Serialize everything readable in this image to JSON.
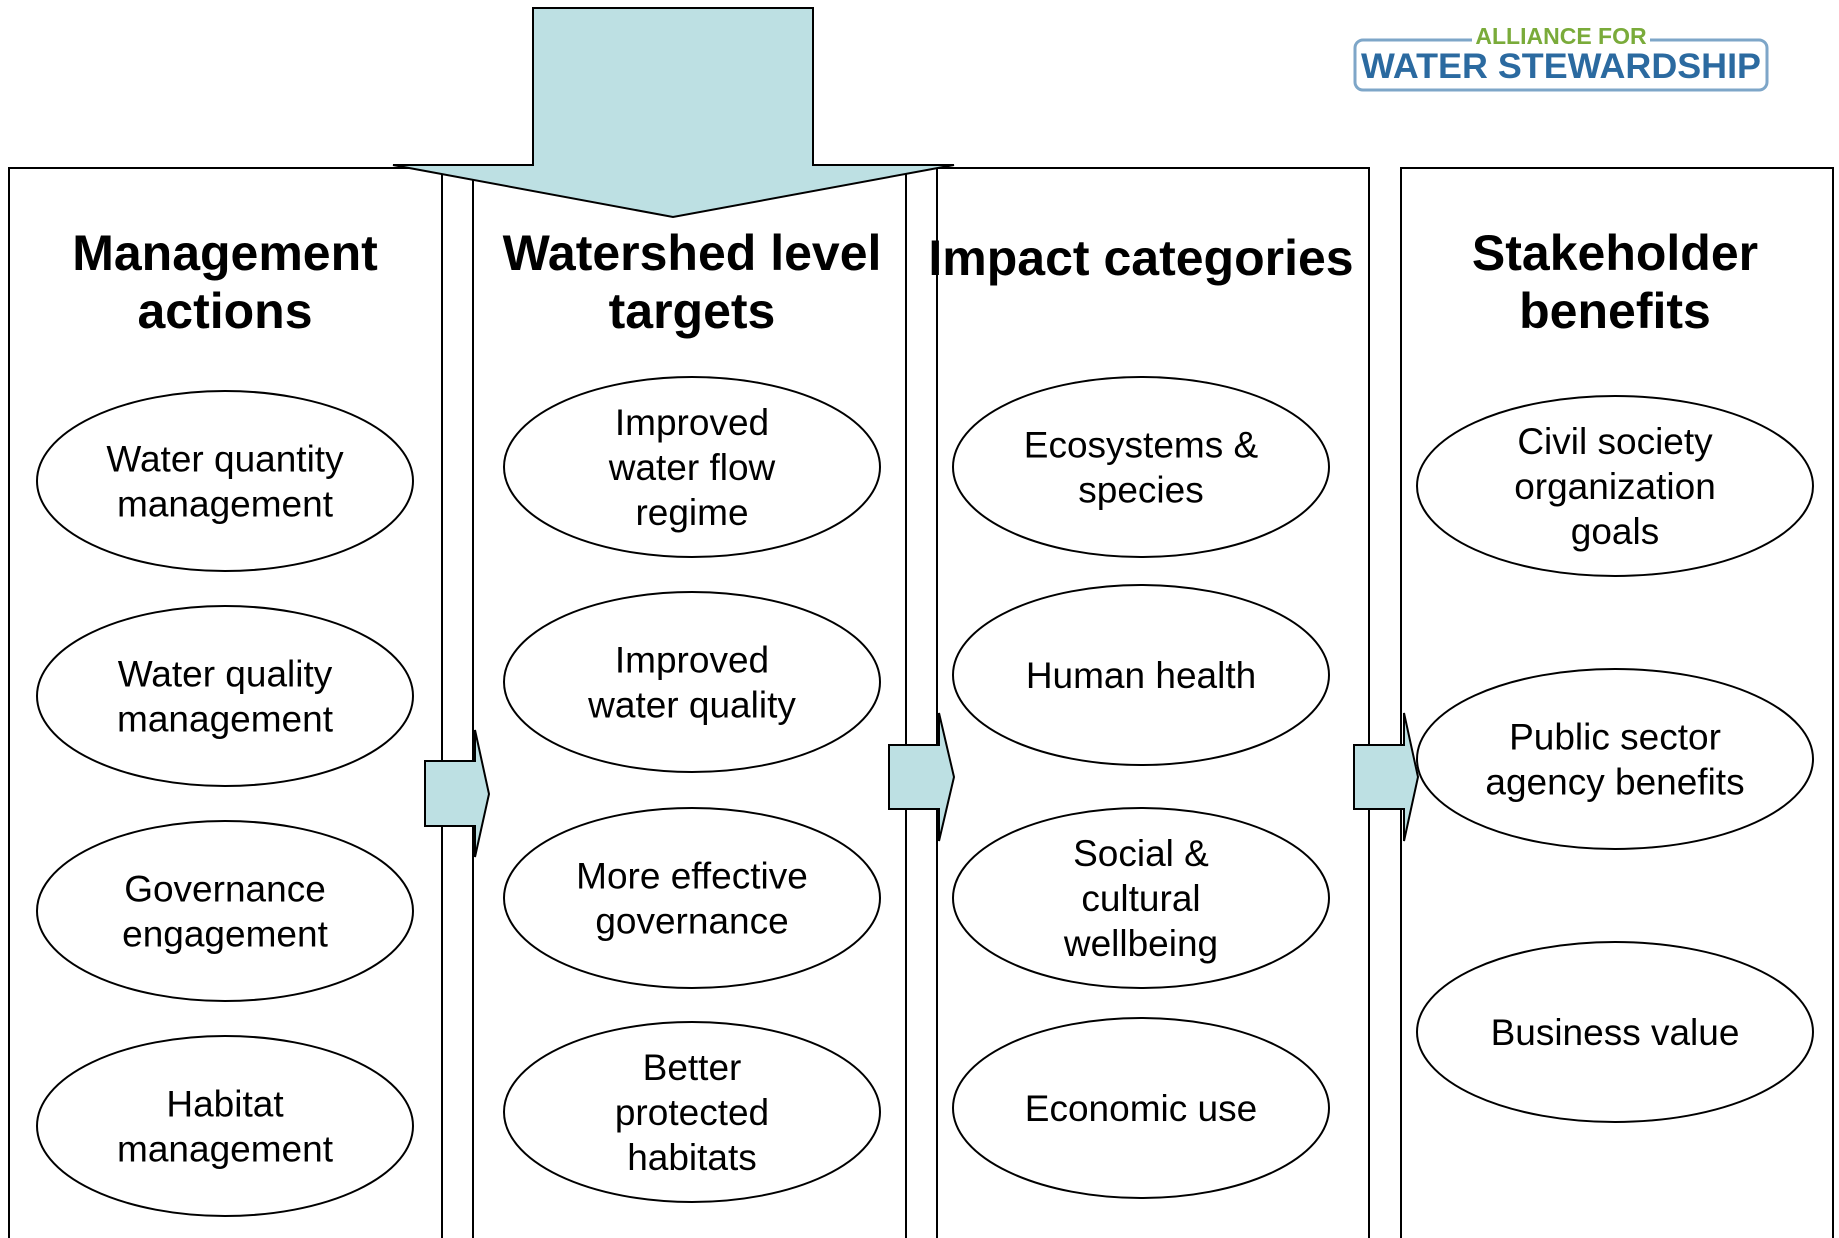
{
  "logo": {
    "top_text": "ALLIANCE FOR",
    "main_text": "WATER STEWARDSHIP",
    "colors": {
      "top": "#7aab3a",
      "main": "#2b6aa0",
      "border": "#7ea6c8"
    }
  },
  "colors": {
    "arrow_fill": "#bde0e3",
    "stroke": "#000000",
    "background": "#ffffff"
  },
  "columns": [
    {
      "title": [
        "Management",
        "actions"
      ],
      "nodes": [
        [
          "Water quantity",
          "management"
        ],
        [
          "Water quality",
          "management"
        ],
        [
          "Governance",
          "engagement"
        ],
        [
          "Habitat",
          "management"
        ]
      ]
    },
    {
      "title": [
        "Watershed level",
        "targets"
      ],
      "nodes": [
        [
          "Improved",
          "water flow",
          "regime"
        ],
        [
          "Improved",
          "water quality"
        ],
        [
          "More effective",
          "governance"
        ],
        [
          "Better",
          "protected",
          "habitats"
        ]
      ]
    },
    {
      "title": [
        "Impact categories"
      ],
      "nodes": [
        [
          "Ecosystems &",
          "species"
        ],
        [
          "Human health"
        ],
        [
          "Social &",
          "cultural",
          "wellbeing"
        ],
        [
          "Economic use"
        ]
      ]
    },
    {
      "title": [
        "Stakeholder",
        "benefits"
      ],
      "nodes": [
        [
          "Civil society",
          "organization",
          "goals"
        ],
        [
          "Public sector",
          "agency benefits"
        ],
        [
          "Business value"
        ]
      ]
    }
  ]
}
